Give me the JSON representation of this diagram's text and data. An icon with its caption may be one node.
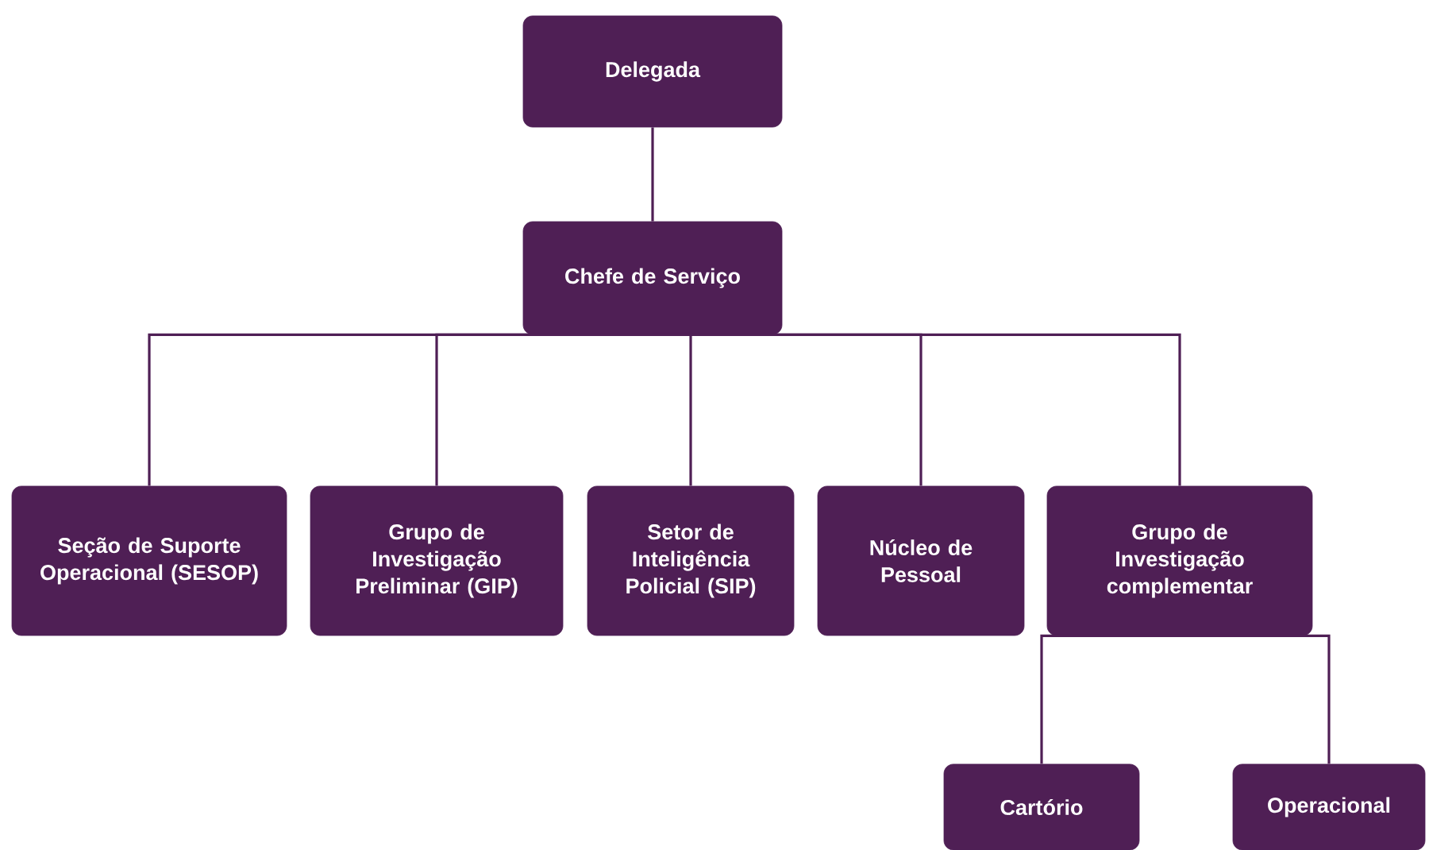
{
  "diagram": {
    "nodes": [
      {
        "text": [
          "Delegada"
        ]
      },
      {
        "text": [
          "Chefe de Serviço"
        ]
      },
      {
        "text": [
          "Seção de Suporte Operacional (SESOP)"
        ]
      },
      {
        "text": [
          "Grupo de Investigação Preliminar (GIP)"
        ]
      },
      {
        "text": [
          "Setor de Inteligência Policial (SIP)"
        ]
      },
      {
        "text": [
          "Núcleo de Pessoal"
        ]
      },
      {
        "text": [
          "Grupo de Investigação complementar"
        ]
      },
      {
        "text": [
          "Cartório"
        ]
      },
      {
        "text": [
          "Operacional"
        ]
      }
    ],
    "edges": [
      {
        "from": 0,
        "to": 1,
        "arrow": "none"
      },
      {
        "from": 1,
        "to": 2,
        "arrow": "none"
      },
      {
        "from": 1,
        "to": 3,
        "arrow": "none"
      },
      {
        "from": 1,
        "to": 4,
        "arrow": "none"
      },
      {
        "from": 1,
        "to": 5,
        "arrow": "none"
      },
      {
        "from": 1,
        "to": 6,
        "arrow": "none"
      },
      {
        "from": 6,
        "to": 7,
        "arrow": "none"
      },
      {
        "from": 6,
        "to": 8,
        "arrow": "none"
      }
    ]
  }
}
